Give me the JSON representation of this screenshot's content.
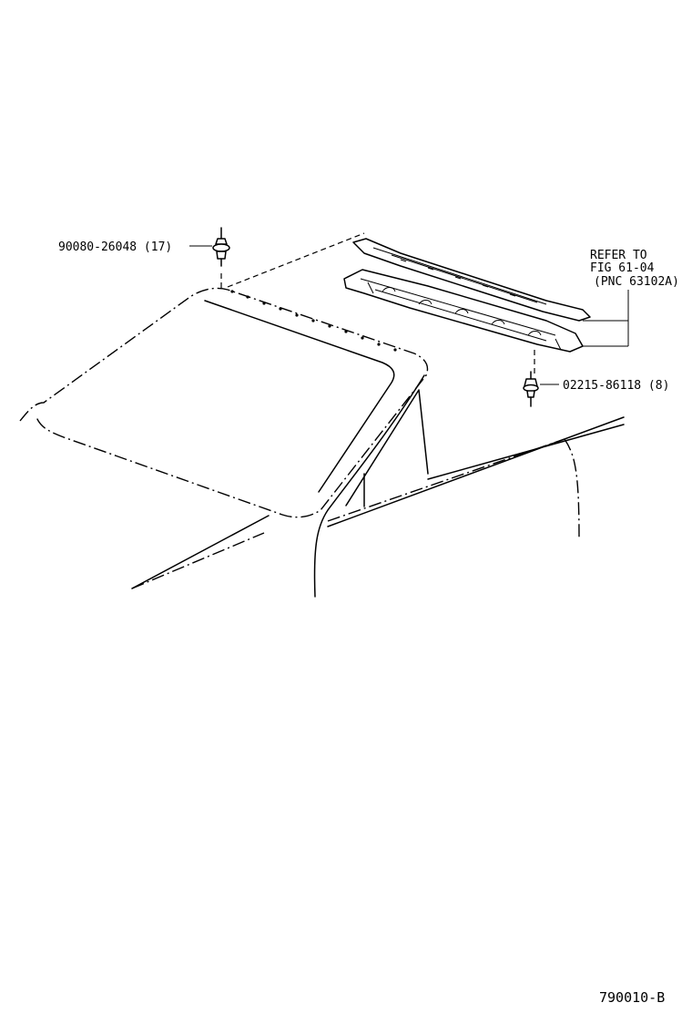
{
  "callouts": {
    "clip_upper": "90080-26048 (17)",
    "clip_lower": "02215-86118 (8)",
    "refer_line1": "REFER TO",
    "refer_line2": "FIG 61-04",
    "refer_line3": "(PNC 63102A)"
  },
  "footer": {
    "code": "790010-B"
  }
}
